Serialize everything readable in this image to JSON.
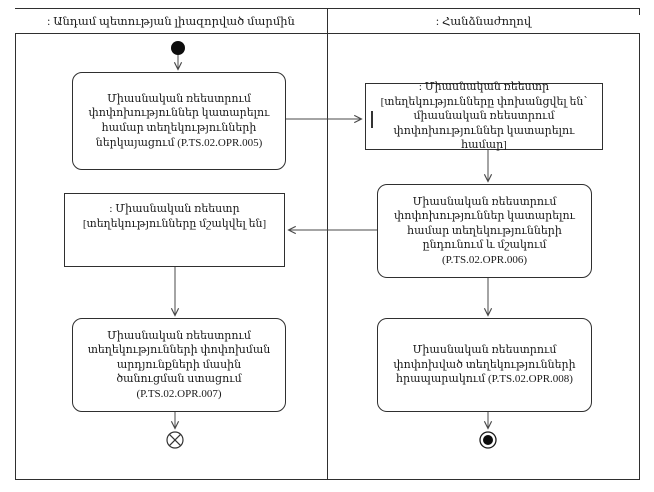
{
  "lanes": [
    {
      "title": ": Անդամ պետության լիազորված մարմին"
    },
    {
      "title": ": Հանձնաժողով"
    }
  ],
  "nodes": {
    "action_005": {
      "label": "Միասնական ռեեստրում փոփոխություններ կատարելու համար տեղեկությունների ներկայացում (P.TS.02.OPR.005)"
    },
    "object_transferred": {
      "label": ": Միասնական ռեեստր [տեղեկությունները փոխանցվել են՝ միասնական ռեեստրում փոփոխություններ կատարելու համար]"
    },
    "action_006": {
      "label": "Միասնական ռեեստրում փոփոխություններ կատարելու համար տեղեկությունների ընդունում և մշակում (P.TS.02.OPR.006)"
    },
    "object_processed": {
      "label": ": Միասնական ռեեստր [տեղեկությունները մշակվել են]"
    },
    "action_007": {
      "label": "Միասնական ռեեստրում տեղեկությունների փոփոխման արդյունքների մասին ծանուցման ստացում (P.TS.02.OPR.007)"
    },
    "action_008": {
      "label": "Միասնական ռեեստրում փոփոխված տեղեկությունների հրապարակում (P.TS.02.OPR.008)"
    }
  },
  "colors": {
    "border": "#2f2f2f",
    "edge": "#4a4a4a",
    "bg": "#ffffff"
  }
}
